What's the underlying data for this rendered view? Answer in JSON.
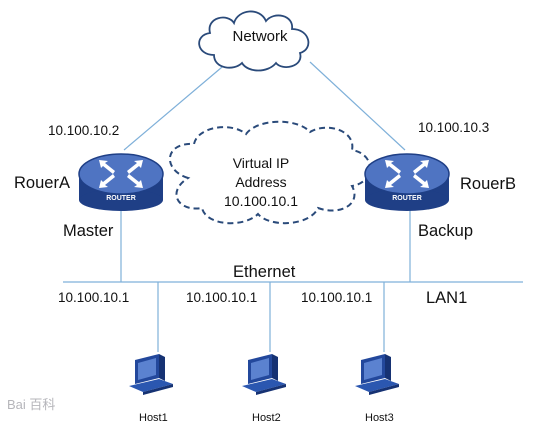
{
  "network": {
    "label": "Network"
  },
  "virtual_ip": {
    "line1": "Virtual IP",
    "line2": "Address",
    "line3": "10.100.10.1"
  },
  "router_a": {
    "name": "RouerA",
    "role": "Master",
    "ip": "10.100.10.2",
    "badge": "ROUTER"
  },
  "router_b": {
    "name": "RouerB",
    "role": "Backup",
    "ip": "10.100.10.3",
    "badge": "ROUTER"
  },
  "ethernet": {
    "label": "Ethernet",
    "lan": "LAN1"
  },
  "gateway_labels": [
    "10.100.10.1",
    "10.100.10.1",
    "10.100.10.1"
  ],
  "hosts": [
    {
      "name": "Host1"
    },
    {
      "name": "Host2"
    },
    {
      "name": "Host3"
    }
  ],
  "watermark": {
    "text": "Bai 百科"
  },
  "colors": {
    "router": "#1f3f86",
    "router_top": "#4f74c2",
    "cloud_stroke": "#2a4a7a",
    "line": "#7fb0d9",
    "host": "#23489c"
  }
}
